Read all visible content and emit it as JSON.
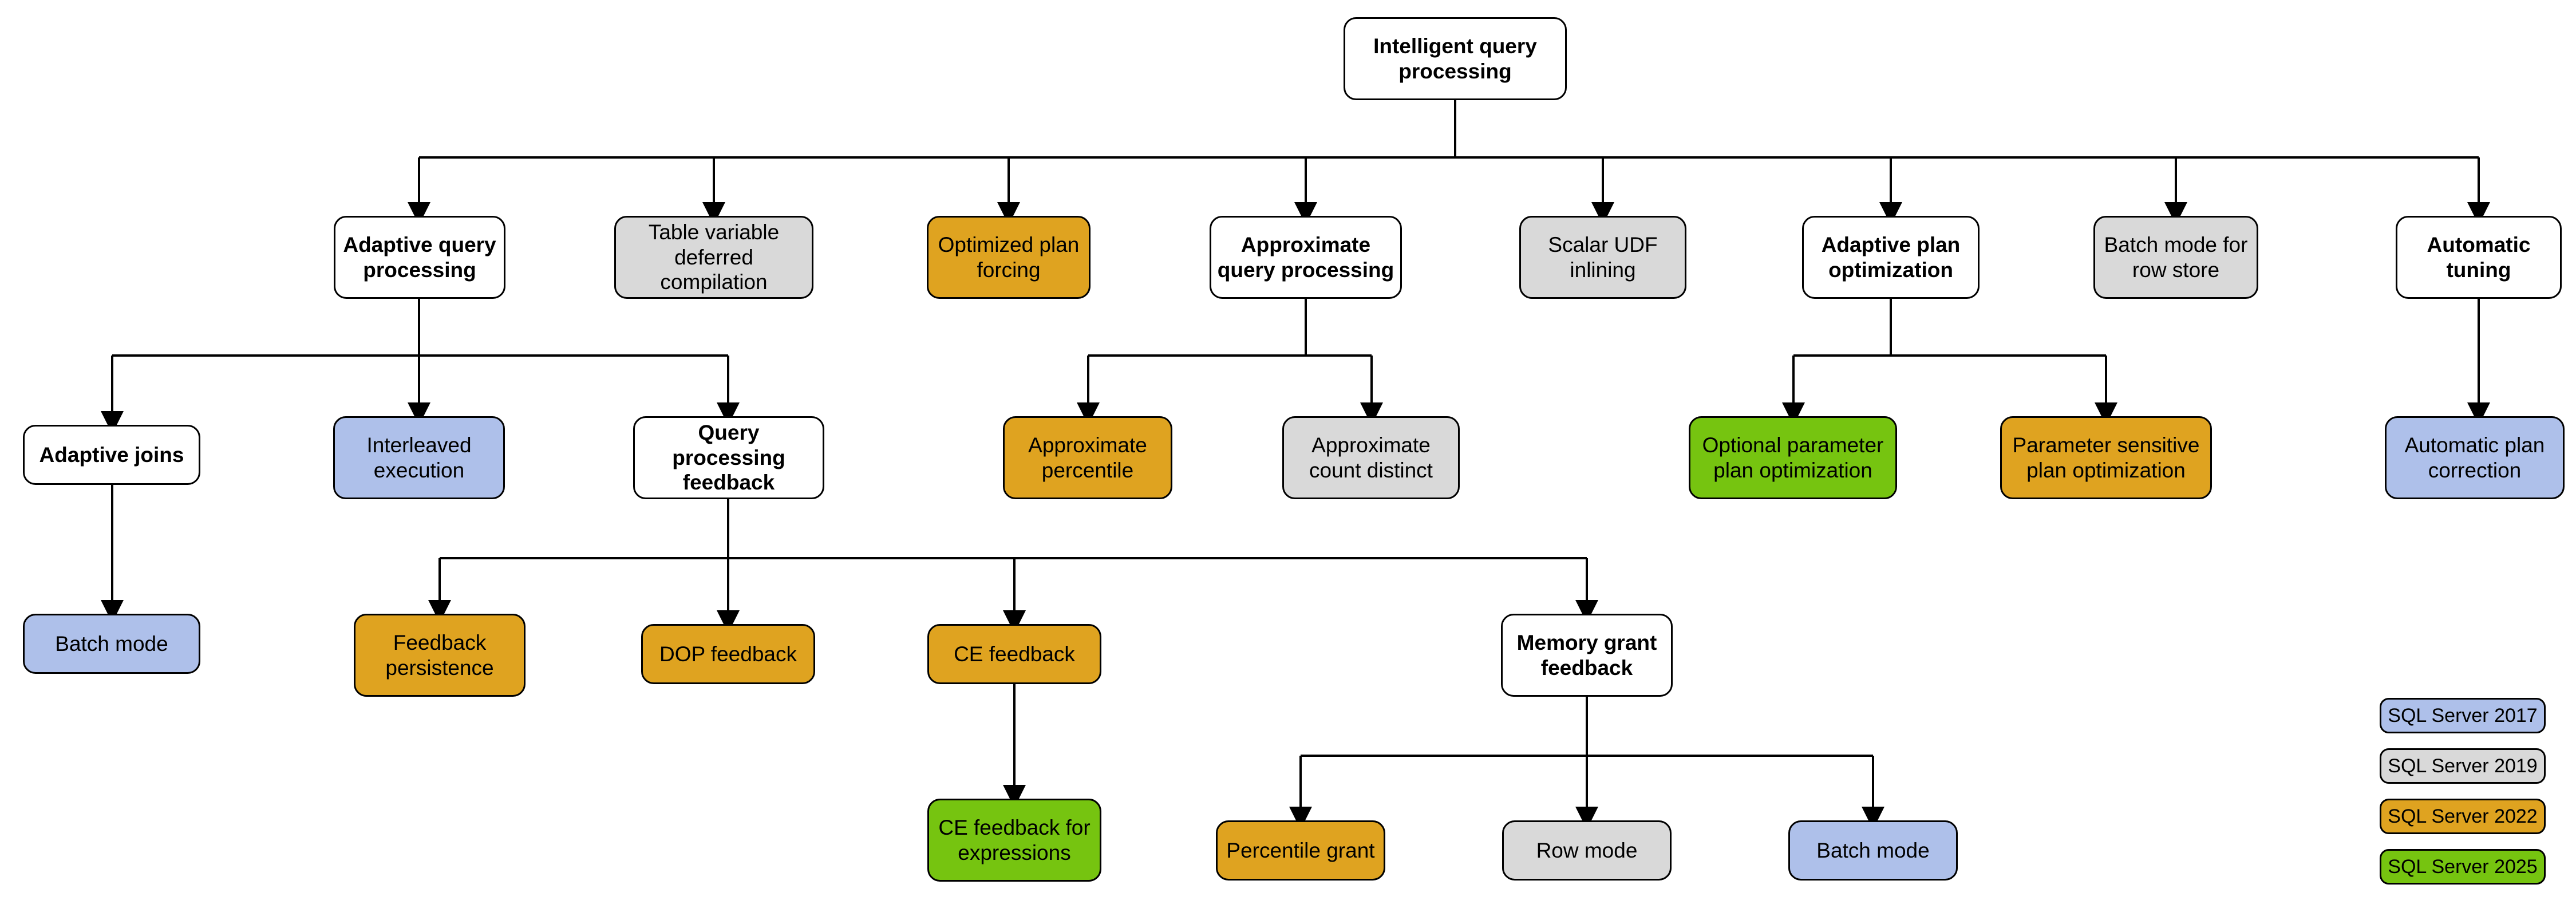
{
  "diagram": {
    "title": "Intelligent query processing",
    "colors": {
      "sql2017": "#aec0ea",
      "sql2019": "#d9d9d9",
      "sql2022": "#dfa320",
      "sql2025": "#76c410",
      "generic": "#ffffff",
      "stroke": "#000000"
    },
    "nodes": {
      "root": "Intelligent query processing",
      "adaptive_query_processing": "Adaptive query processing",
      "table_variable_deferred_compilation": "Table variable deferred compilation",
      "optimized_plan_forcing": "Optimized plan forcing",
      "approximate_query_processing": "Approximate query processing",
      "scalar_udf_inlining": "Scalar UDF inlining",
      "adaptive_plan_optimization": "Adaptive plan optimization",
      "batch_mode_for_row_store": "Batch mode for row store",
      "automatic_tuning": "Automatic tuning",
      "adaptive_joins": "Adaptive joins",
      "interleaved_execution": "Interleaved execution",
      "query_processing_feedback": "Query processing feedback",
      "approximate_percentile": "Approximate percentile",
      "approximate_count_distinct": "Approximate count distinct",
      "optional_parameter_plan_optimization": "Optional parameter plan optimization",
      "parameter_sensitive_plan_optimization": "Parameter sensitive plan optimization",
      "automatic_plan_correction": "Automatic plan correction",
      "batch_mode": "Batch mode",
      "feedback_persistence": "Feedback persistence",
      "dop_feedback": "DOP feedback",
      "ce_feedback": "CE feedback",
      "memory_grant_feedback": "Memory grant feedback",
      "ce_feedback_for_expressions": "CE feedback for expressions",
      "percentile_grant": "Percentile grant",
      "row_mode": "Row mode",
      "batch_mode_mgf": "Batch mode"
    },
    "legend": {
      "sql_server_2017": "SQL Server 2017",
      "sql_server_2019": "SQL Server 2019",
      "sql_server_2022": "SQL Server 2022",
      "sql_server_2025": "SQL Server 2025"
    }
  }
}
